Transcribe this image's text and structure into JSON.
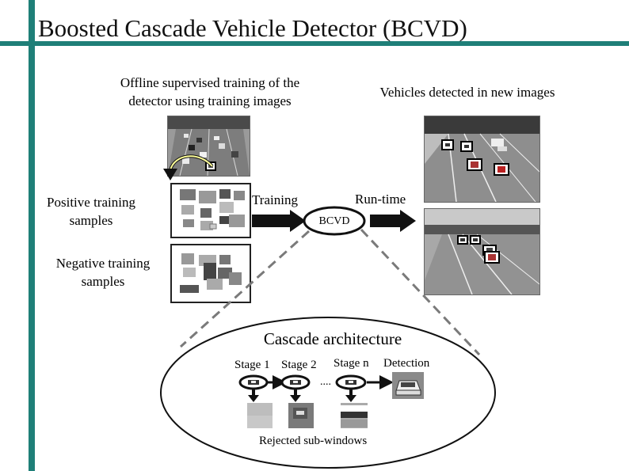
{
  "title": "Boosted Cascade Vehicle Detector (BCVD)",
  "offline_caption_line1": "Offline supervised training of the",
  "offline_caption_line2": "detector using training images",
  "detected_caption": "Vehicles detected in new images",
  "positive_line1": "Positive training",
  "positive_line2": "samples",
  "negative_line1": "Negative training",
  "negative_line2": "samples",
  "training_label": "Training",
  "runtime_label": "Run-time",
  "bcvd_label": "BCVD",
  "cascade": {
    "title": "Cascade architecture",
    "stages": [
      "Stage 1",
      "Stage 2",
      "Stage n",
      "Detection"
    ],
    "ellipsis": "....",
    "rejected_label": "Rejected sub-windows"
  },
  "colors": {
    "accent": "#1f7f78",
    "dashed_line": "#7a7a7a"
  }
}
